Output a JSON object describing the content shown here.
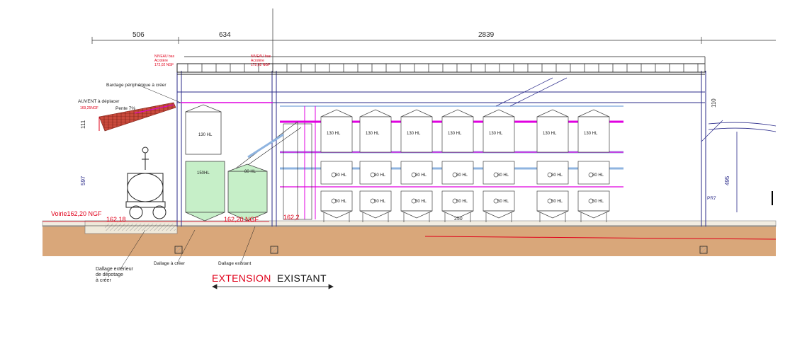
{
  "dimensions": {
    "d506": "506",
    "d634": "634",
    "d2839": "2839",
    "d111": "111",
    "d597": "597",
    "d110": "110",
    "d495": "495",
    "d250": "250"
  },
  "niveau_left": {
    "line1": "NIVEAU bas",
    "line2": "Acrotère",
    "line3": "172,02 NGF"
  },
  "niveau_right": {
    "line1": "NIVEAU bas",
    "line2": "Acrotère",
    "line3": "172,02 NGF"
  },
  "labels": {
    "bardage": "Bardage périphérique à créer",
    "auvent": "AUVENT à déplacer",
    "auvent_ngf": "169,25NGF",
    "pente": "Pente 7%",
    "voirie": "Voirie162,20 NGF",
    "ngf_162_18": "162,18",
    "ngf_162_20": "162,20 NGF",
    "ngf_right": "162,2",
    "pr7": "PR7",
    "dallage_ext_1": "Dallage extérieur",
    "dallage_ext_2": "de dépotage",
    "dallage_ext_3": "à créer",
    "dallage_creer": "Dallage à créer",
    "dallage_existant": "Dallage existant",
    "extension": "EXTENSION",
    "existant": "EXISTANT"
  },
  "tank_labels": {
    "t130": "130 HL",
    "t150": "150HL",
    "t80": "80 HL",
    "t50": "50 HL"
  },
  "colors": {
    "magenta": "#e000e0",
    "steel_blue": "#8fb4e0",
    "structure": "#2b2b8a",
    "tank_green": "#c6efc8",
    "ground": "#d9a77a",
    "slab": "#f2ede2",
    "red": "#e0001a"
  }
}
